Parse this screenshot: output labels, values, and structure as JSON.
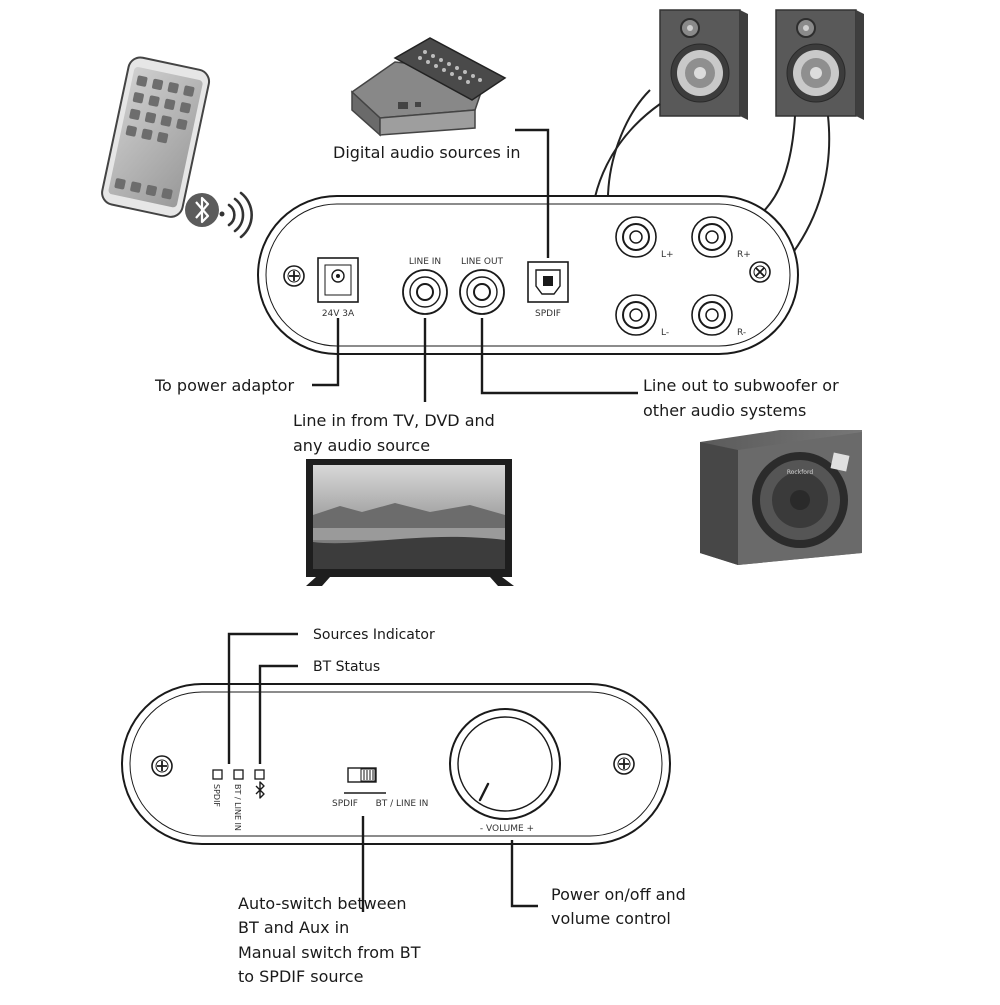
{
  "rear_panel": {
    "power_jack_label": "24V 3A",
    "line_in_label": "LINE IN",
    "line_out_label": "LINE OUT",
    "spdif_label": "SPDIF",
    "terminal_labels": {
      "left_plus": "L+",
      "right_plus": "R+",
      "left_minus": "L-",
      "right_minus": "R-"
    }
  },
  "rear_callouts": {
    "digital_sources": "Digital audio sources in",
    "power_adaptor": "To power adaptor",
    "line_in_line1": "Line in from TV, DVD and",
    "line_in_line2": "any audio source",
    "line_out_line1": "Line out to subwoofer or",
    "line_out_line2": "other audio systems"
  },
  "front_panel": {
    "led_spdif_label": "SPDIF",
    "led_bt_line_label": "BT / LINE IN",
    "switch_left_label": "SPDIF",
    "switch_right_label": "BT / LINE IN",
    "volume_label": "- VOLUME +"
  },
  "front_callouts": {
    "sources_indicator": "Sources Indicator",
    "bt_status": "BT Status",
    "auto_switch_line1": "Auto-switch between",
    "auto_switch_line2": "BT and Aux in",
    "auto_switch_line3": "Manual switch from BT",
    "auto_switch_line4": "to SPDIF source",
    "power_line1": "Power on/off and",
    "power_line2": "volume control"
  },
  "devices": {
    "speaker_brand": "",
    "subwoofer_brand": "Rockford"
  },
  "icons": [
    "smartphone-icon",
    "bluetooth-icon",
    "wireless-waves-icon",
    "streaming-box-icon",
    "remote-control-icon",
    "speaker-icon",
    "subwoofer-icon",
    "tv-icon",
    "screw-icon",
    "volume-knob-icon"
  ]
}
